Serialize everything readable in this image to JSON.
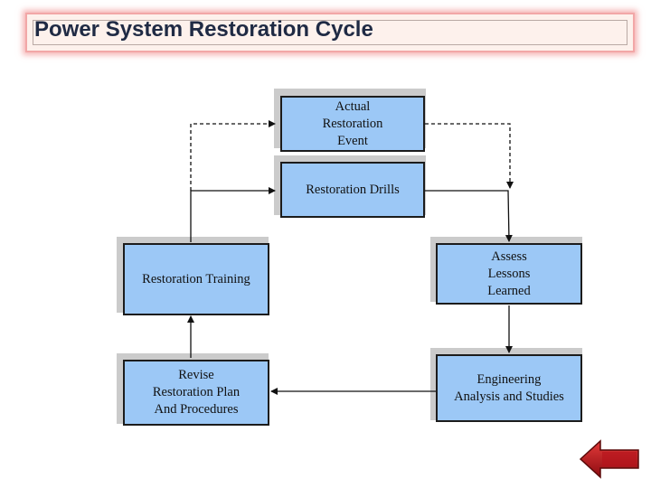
{
  "title": "Power System Restoration Cycle",
  "boxes": {
    "actual_event": "Actual\nRestoration\nEvent",
    "drills": "Restoration Drills",
    "training": "Restoration Training",
    "assess": "Assess\nLessons\nLearned",
    "revise": "Revise\nRestoration Plan\nAnd Procedures",
    "engineering": "Engineering\nAnalysis and Studies"
  },
  "colors": {
    "box_fill": "#9cc8f6",
    "title_glow": "#ec7878",
    "back_button": "#c0141c"
  },
  "icons": {
    "back": "left-arrow-icon"
  }
}
